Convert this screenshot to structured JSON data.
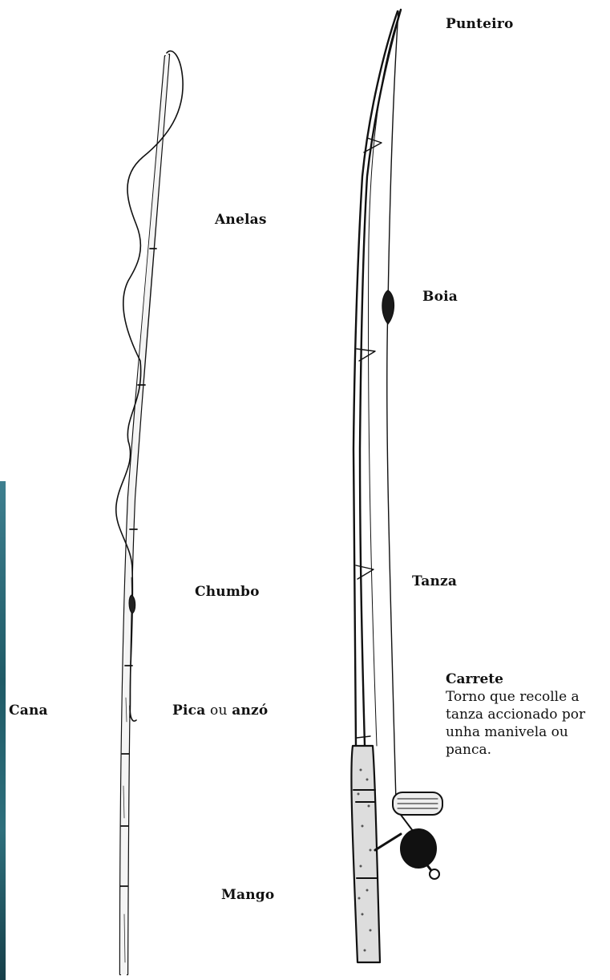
{
  "labels": {
    "punteiro": "Punteiro",
    "anelas": "Anelas",
    "boia": "Boia",
    "chumbo": "Chumbo",
    "tanza": "Tanza",
    "cana": "Cana",
    "pica": "Pica",
    "ou": "ou",
    "anzo": "anzó",
    "mango": "Mango"
  },
  "carrete": {
    "title": "Carrete",
    "lines": [
      "Torno que recolle a",
      "tanza accionado por",
      "unha manivela ou",
      "panca."
    ]
  },
  "colors": {
    "ink": "#111111",
    "background": "#ffffff",
    "edge_strip": "#2e6f7c"
  }
}
